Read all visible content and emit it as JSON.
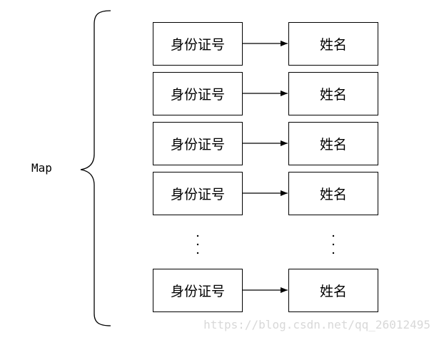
{
  "diagram": {
    "map_label": "Map",
    "rows": [
      {
        "key": "身份证号",
        "value": "姓名"
      },
      {
        "key": "身份证号",
        "value": "姓名"
      },
      {
        "key": "身份证号",
        "value": "姓名"
      },
      {
        "key": "身份证号",
        "value": "姓名"
      },
      {
        "key": "身份证号",
        "value": "姓名"
      }
    ],
    "ellipsis": "⋮",
    "watermark": "https://blog.csdn.net/qq_26012495"
  }
}
